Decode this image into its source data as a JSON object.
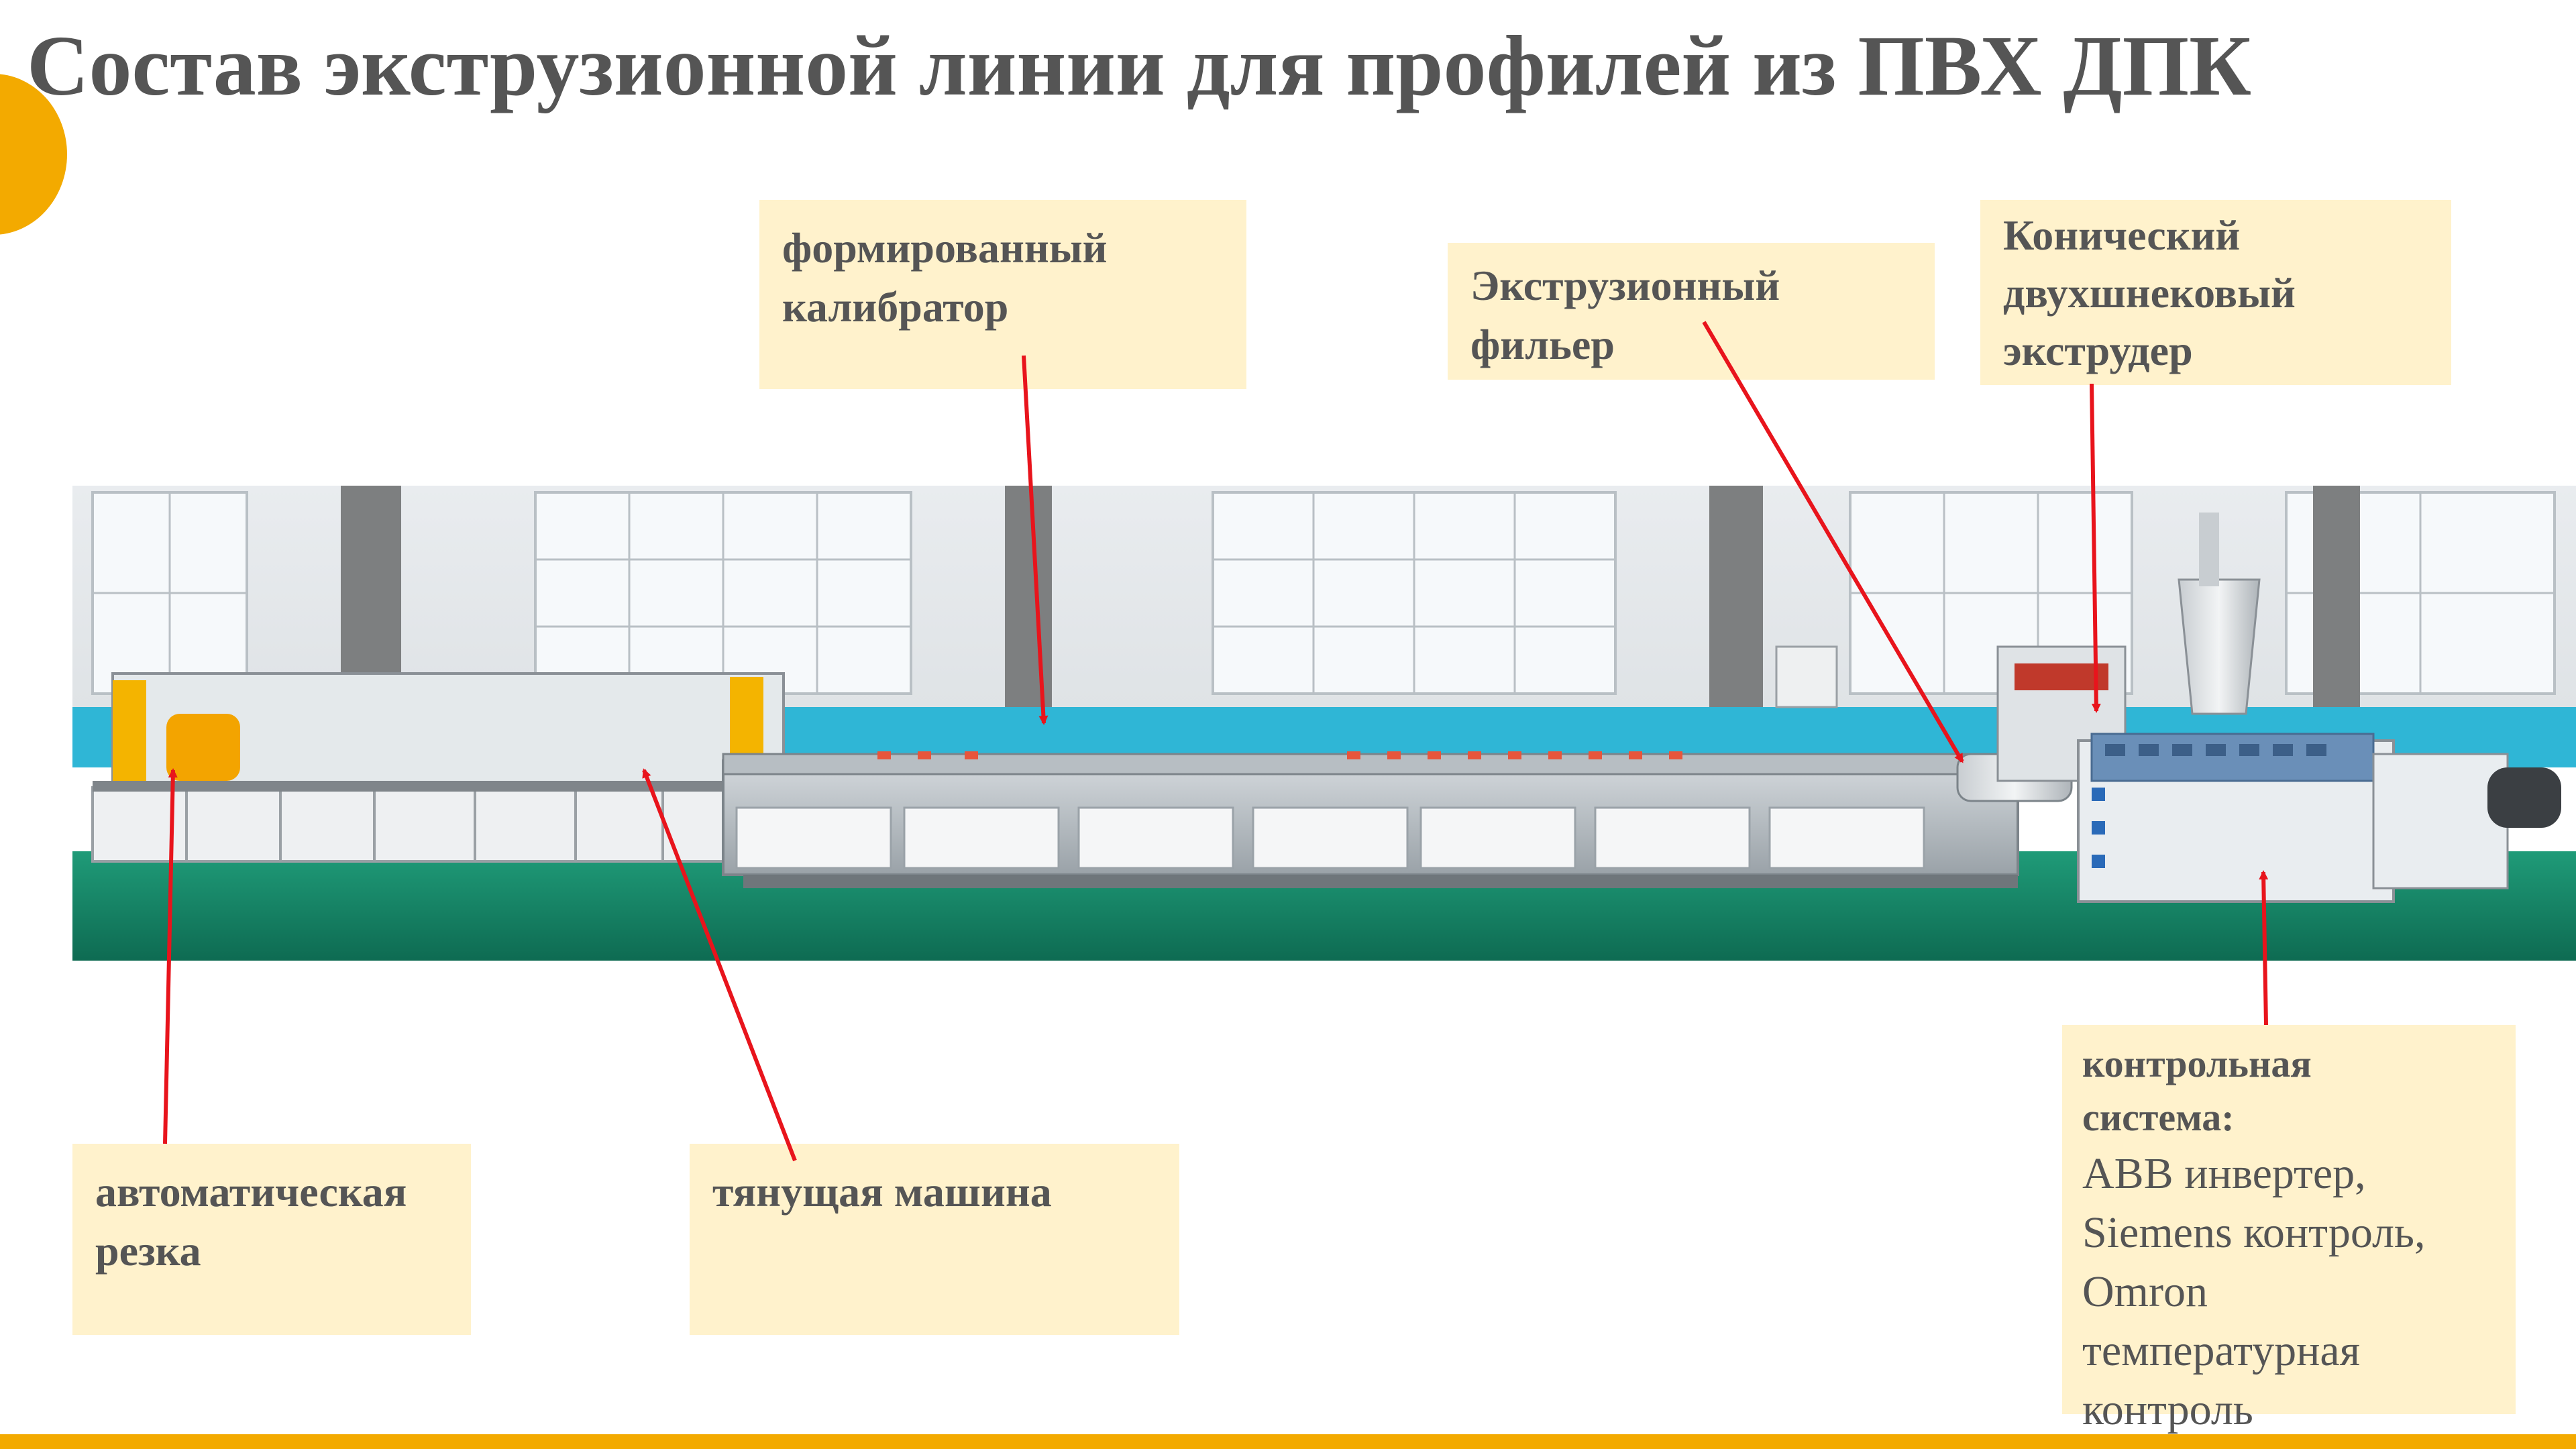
{
  "title": "Состав экструзионной линии для профилей из ПВХ ДПК",
  "colors": {
    "accent": "#f3aa00",
    "label_background": "#fff2cc",
    "title_text": "#555555",
    "arrow": "#e8141c"
  },
  "labels": {
    "calibrator": {
      "lines": [
        "формированный",
        "калибратор"
      ]
    },
    "die": {
      "lines": [
        "Экструзионный",
        "фильер"
      ]
    },
    "extruder": {
      "lines": [
        "Конический",
        "двухшнековый",
        "экструдер"
      ]
    },
    "cutter": {
      "lines": [
        "автоматическая",
        "резка"
      ]
    },
    "haul_off": {
      "lines": [
        "тянущая машина"
      ]
    },
    "control": {
      "heading_lines": [
        "контрольная",
        "система:"
      ],
      "detail_lines": [
        "ABB инвертер,",
        "Siemens контроль,",
        "Omron",
        "температурная",
        "контроль"
      ]
    }
  },
  "photo": {
    "icon": "factory-extrusion-line-photo"
  }
}
